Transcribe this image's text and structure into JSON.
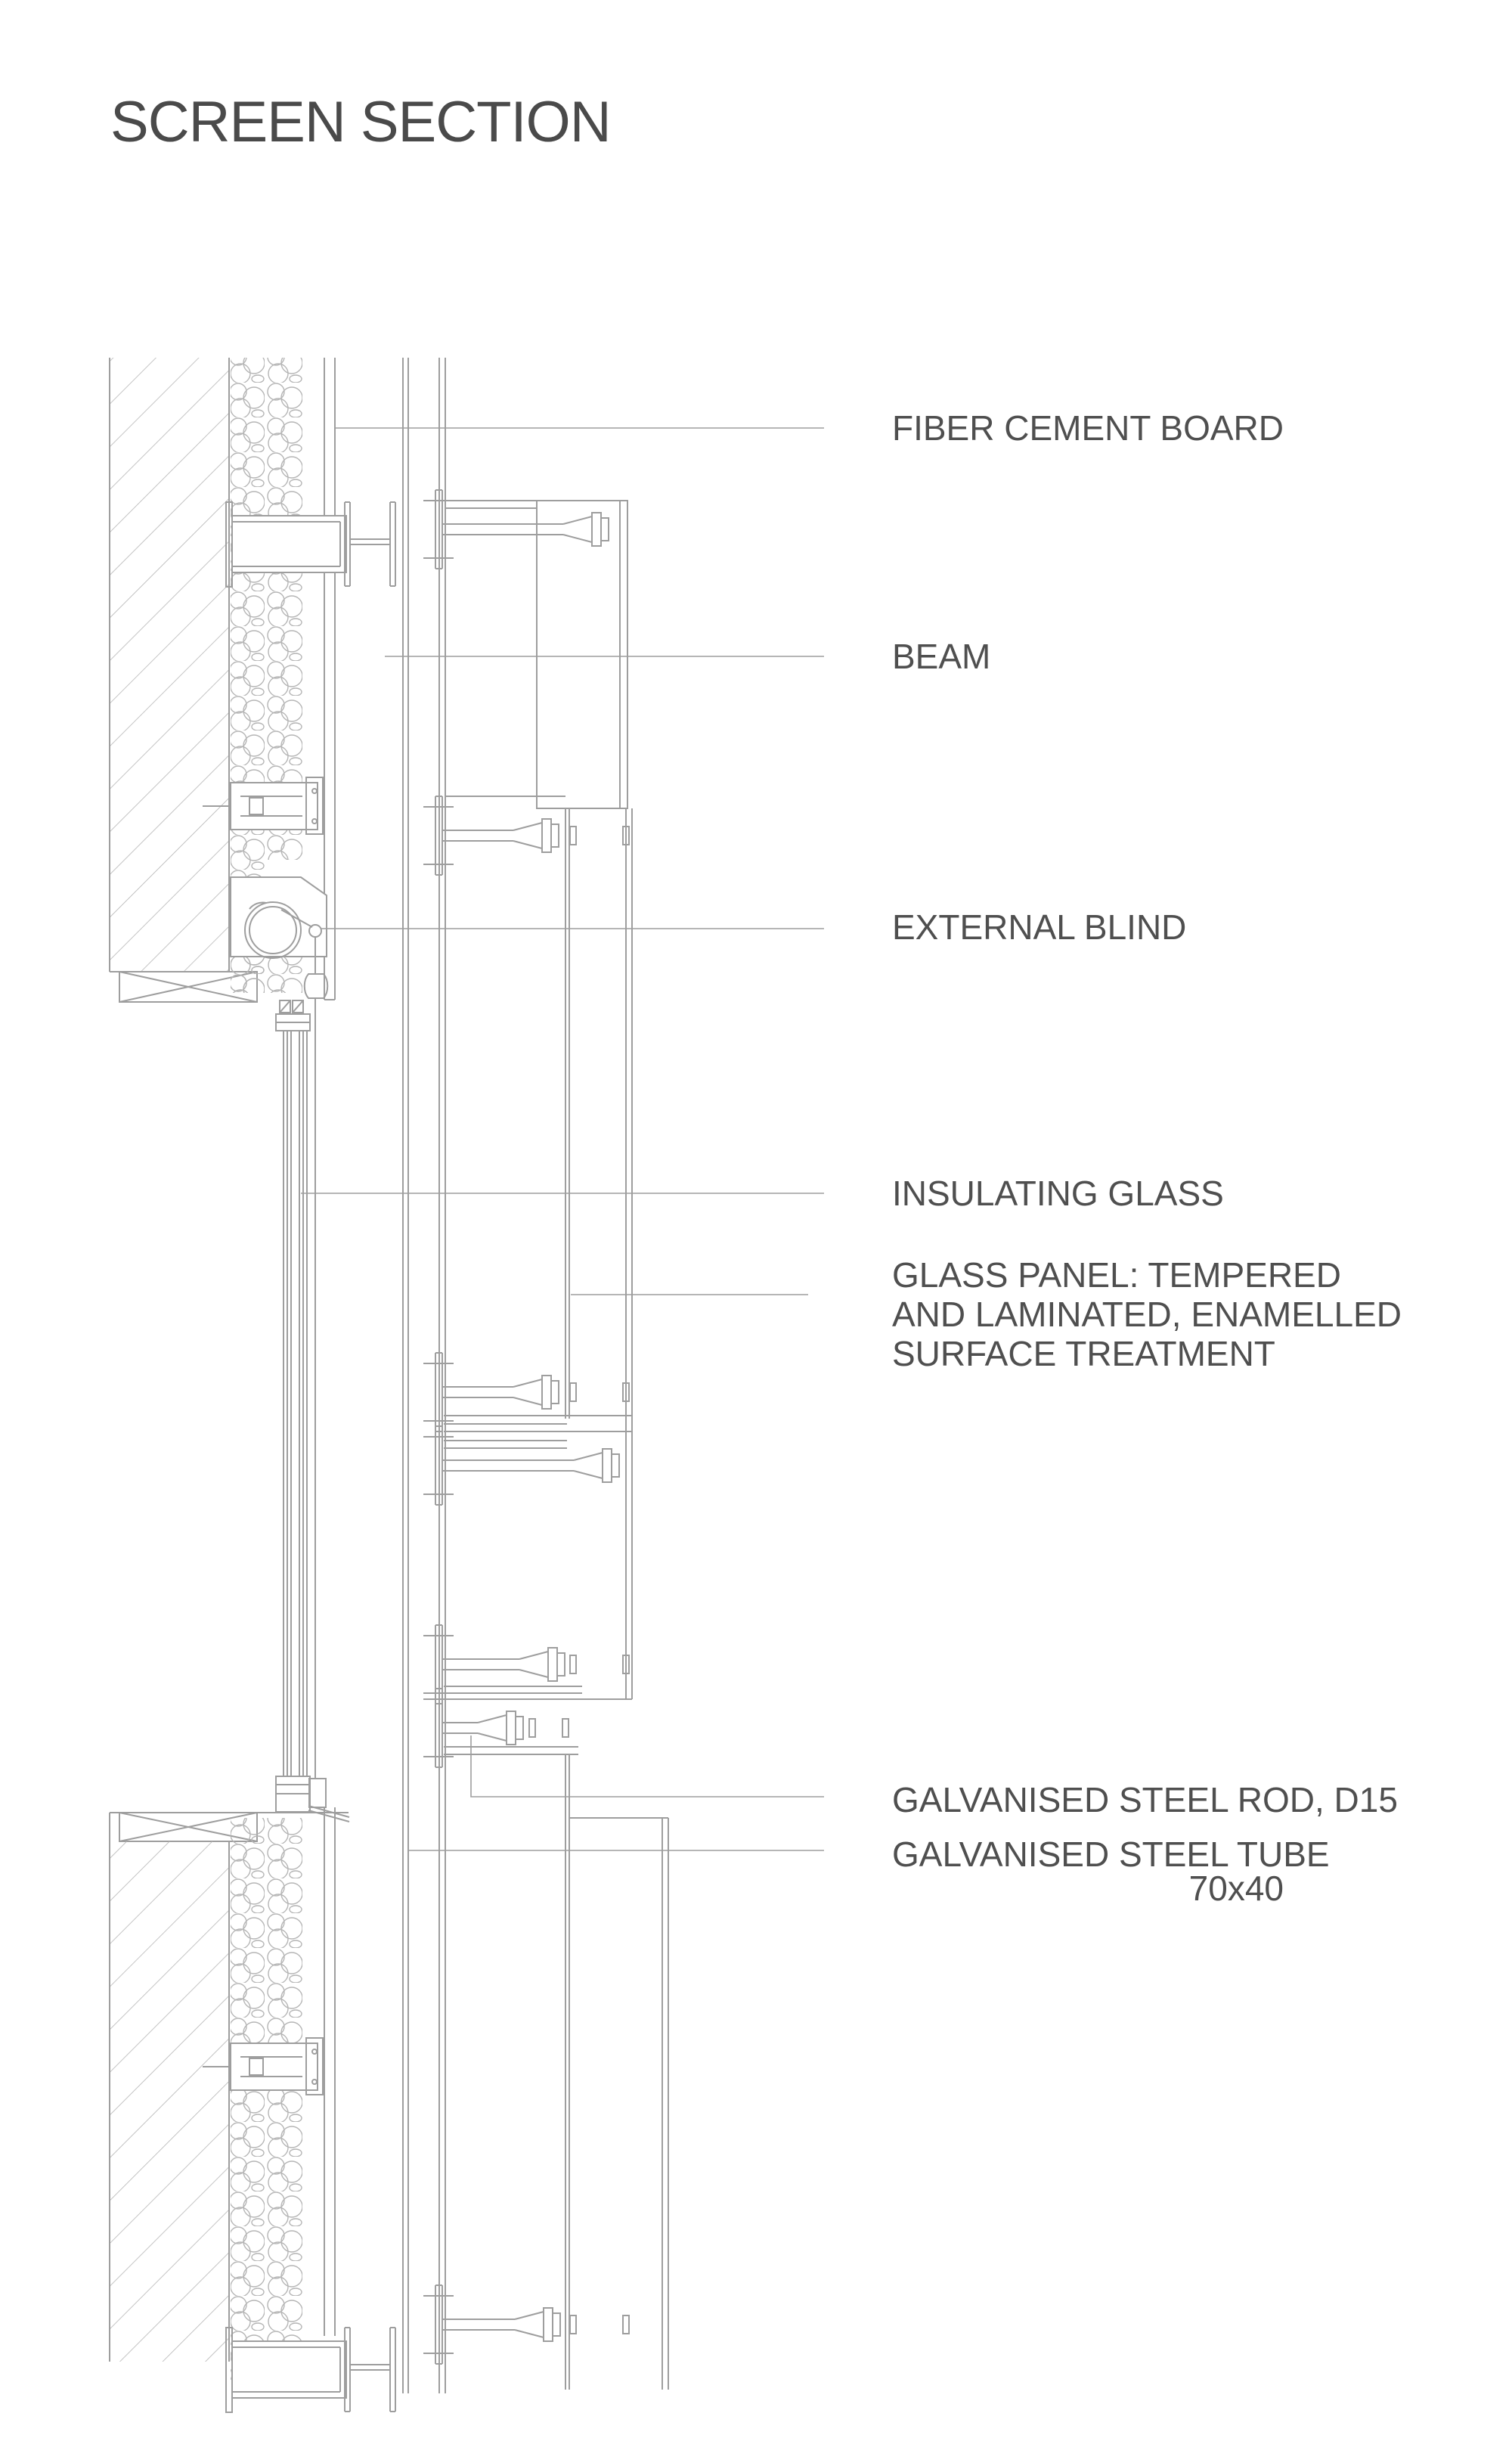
{
  "title": "SCREEN SECTION",
  "labels": {
    "fiber_cement": "FIBER CEMENT BOARD",
    "beam": "BEAM",
    "external_blind": "EXTERNAL BLIND",
    "insulating_glass": "INSULATING GLASS",
    "glass_panel_line1": "GLASS PANEL: TEMPERED",
    "glass_panel_line2": "AND LAMINATED, ENAMELLED",
    "glass_panel_line3": "SURFACE TREATMENT",
    "steel_rod": "GALVANISED STEEL ROD, D15",
    "steel_tube": "GALVANISED STEEL TUBE",
    "steel_tube_size": "70x40"
  },
  "drawing": {
    "line_color": "#9e9e9e",
    "pattern_color": "#b5b5b5",
    "text_color": "#4f4f4f",
    "background": "#ffffff"
  }
}
